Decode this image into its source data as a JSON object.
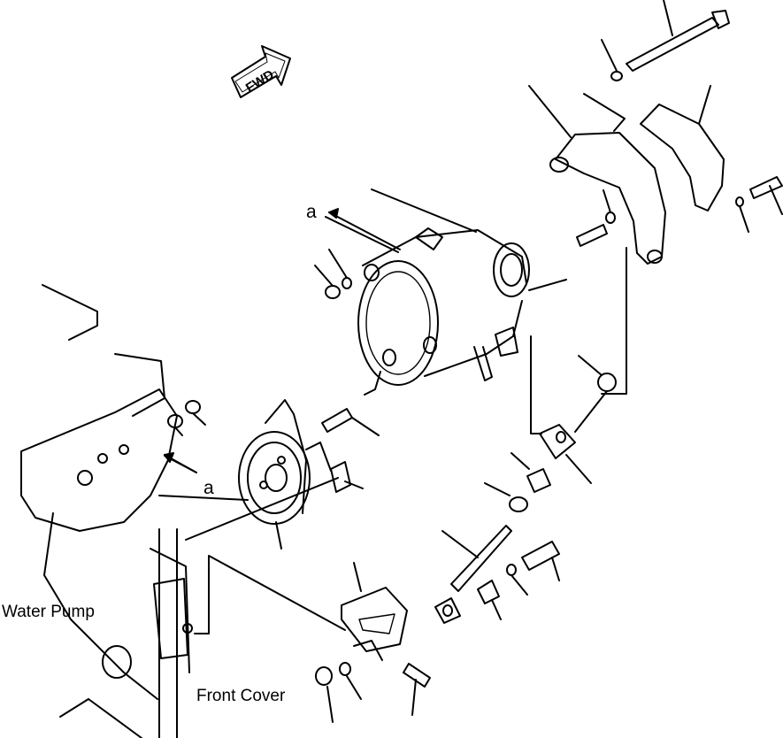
{
  "diagram": {
    "labels": {
      "water_pump": "Water Pump",
      "front_cover": "Front Cover",
      "ref_a_top": "a",
      "ref_a_left": "a",
      "fwd": "FWD"
    }
  },
  "colors": {
    "line": "#000000",
    "background": "#ffffff"
  }
}
